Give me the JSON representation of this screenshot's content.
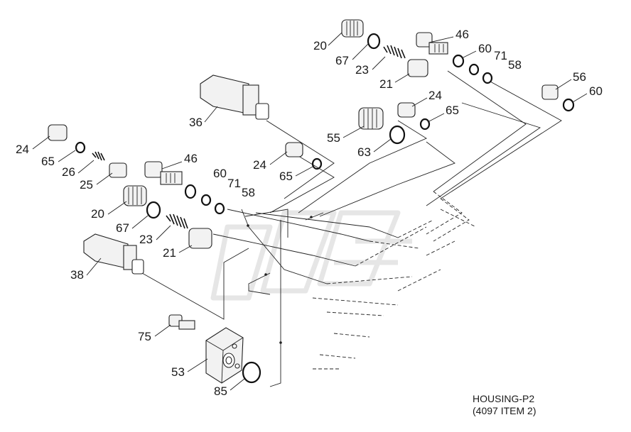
{
  "caption": {
    "line1": "HOUSING-P2",
    "line2": "(4097 ITEM 2)"
  },
  "labels": {
    "p20a": "20",
    "p67a": "67",
    "p23a": "23",
    "p21a": "21",
    "p46a": "46",
    "p60a": "60",
    "p71a": "71",
    "p58a": "58",
    "p56": "56",
    "p60c": "60",
    "p36": "36",
    "p24b": "24",
    "p65b": "65",
    "p55": "55",
    "p63": "63",
    "p24c": "24",
    "p65c": "65",
    "p24a": "24",
    "p65a": "65",
    "p26": "26",
    "p25": "25",
    "p46b": "46",
    "p60b": "60",
    "p71b": "71",
    "p58b": "58",
    "p20b": "20",
    "p67b": "67",
    "p23b": "23",
    "p21b": "21",
    "p38": "38",
    "p75": "75",
    "p53": "53",
    "p85": "85"
  }
}
